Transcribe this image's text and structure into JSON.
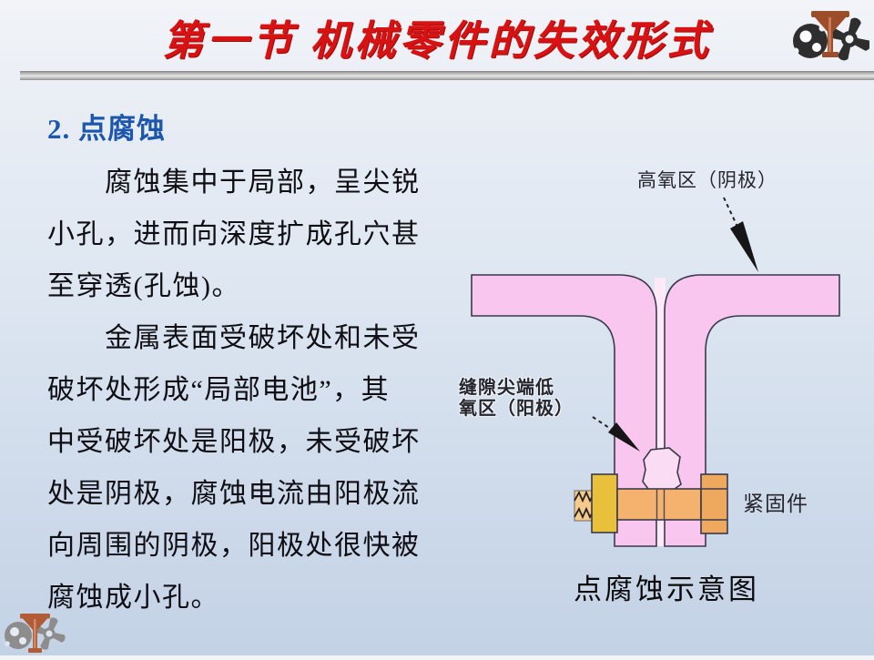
{
  "slide": {
    "title": "第一节 机械零件的失效形式",
    "heading": "2. 点腐蚀",
    "body_lines": [
      "腐蚀集中于局部，呈尖锐",
      "小孔，进而向深度扩成孔穴甚",
      "至穿透(孔蚀)。",
      "金属表面受破坏处和未受",
      "破坏处形成“局部电池”，其",
      "中受破坏处是阳极，未受破坏",
      "处是阴极，腐蚀电流由阳极流",
      "向周围的阴极，阳极处很快被",
      "腐蚀成小孔。"
    ]
  },
  "diagram": {
    "label_top": "高氧区（阴极）",
    "label_left_line1": "缝隙尖端低",
    "label_left_line2": "氧区（阳极）",
    "label_right": "紧固件",
    "caption": "点腐蚀示意图",
    "colors": {
      "plate_pink": "#f8c6ee",
      "gap_light": "#fde9f8",
      "pit_fill": "#fadcf4",
      "bolt_shank": "#f4b26e",
      "bolt_head": "#efa95e",
      "nut_yellow": "#e8c03c",
      "thread_bg": "#f6ca8d",
      "outline": "#3a3a4a"
    }
  },
  "logos": {
    "top_right": {
      "gear_color": "#2e2e2e",
      "metal_color": "#9c4d2a"
    },
    "bottom_left": {
      "gear_color": "#8d8d8d",
      "metal_color": "#b05c36"
    }
  },
  "theme": {
    "title_red": "#d81212",
    "heading_blue": "#1d57ad",
    "body_black": "#0e0e14"
  }
}
